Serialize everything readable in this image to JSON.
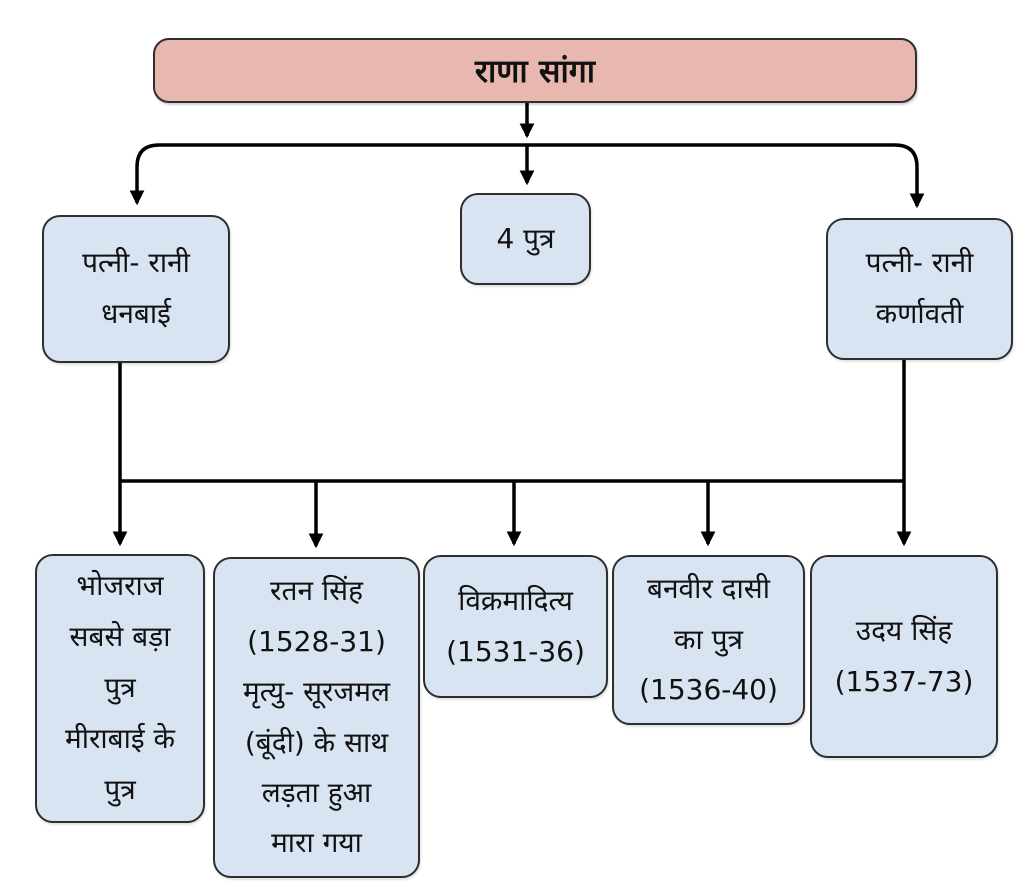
{
  "diagram": {
    "root": {
      "label": "राणा सांगा"
    },
    "level1": [
      {
        "id": "wife-dhanbai",
        "label": "पत्नी- रानी\nधनबाई"
      },
      {
        "id": "sons-count",
        "label": "4 पुत्र"
      },
      {
        "id": "wife-karnavati",
        "label": "पत्नी- रानी\nकर्णावती"
      }
    ],
    "level2": [
      {
        "id": "bhojraj",
        "label": "भोजराज\nसबसे बड़ा\nपुत्र\nमीराबाई के\nपुत्र"
      },
      {
        "id": "ratan-singh",
        "label": "रतन सिंह\n(1528-31)\nमृत्यु- सूरजमल\n(बूंदी) के साथ\nलड़ता हुआ\nमारा गया"
      },
      {
        "id": "vikramaditya",
        "label": "विक्रमादित्य\n(1531-36)"
      },
      {
        "id": "banvir",
        "label": "बनवीर दासी\nका पुत्र\n(1536-40)"
      },
      {
        "id": "uday-singh",
        "label": "उदय सिंह\n(1537-73)"
      }
    ],
    "colors": {
      "root_fill": "#e7b7b0",
      "node_fill": "#d9e4f2",
      "border": "#2e2e2e",
      "line": "#000000",
      "text": "#111111",
      "background": "#ffffff"
    }
  }
}
